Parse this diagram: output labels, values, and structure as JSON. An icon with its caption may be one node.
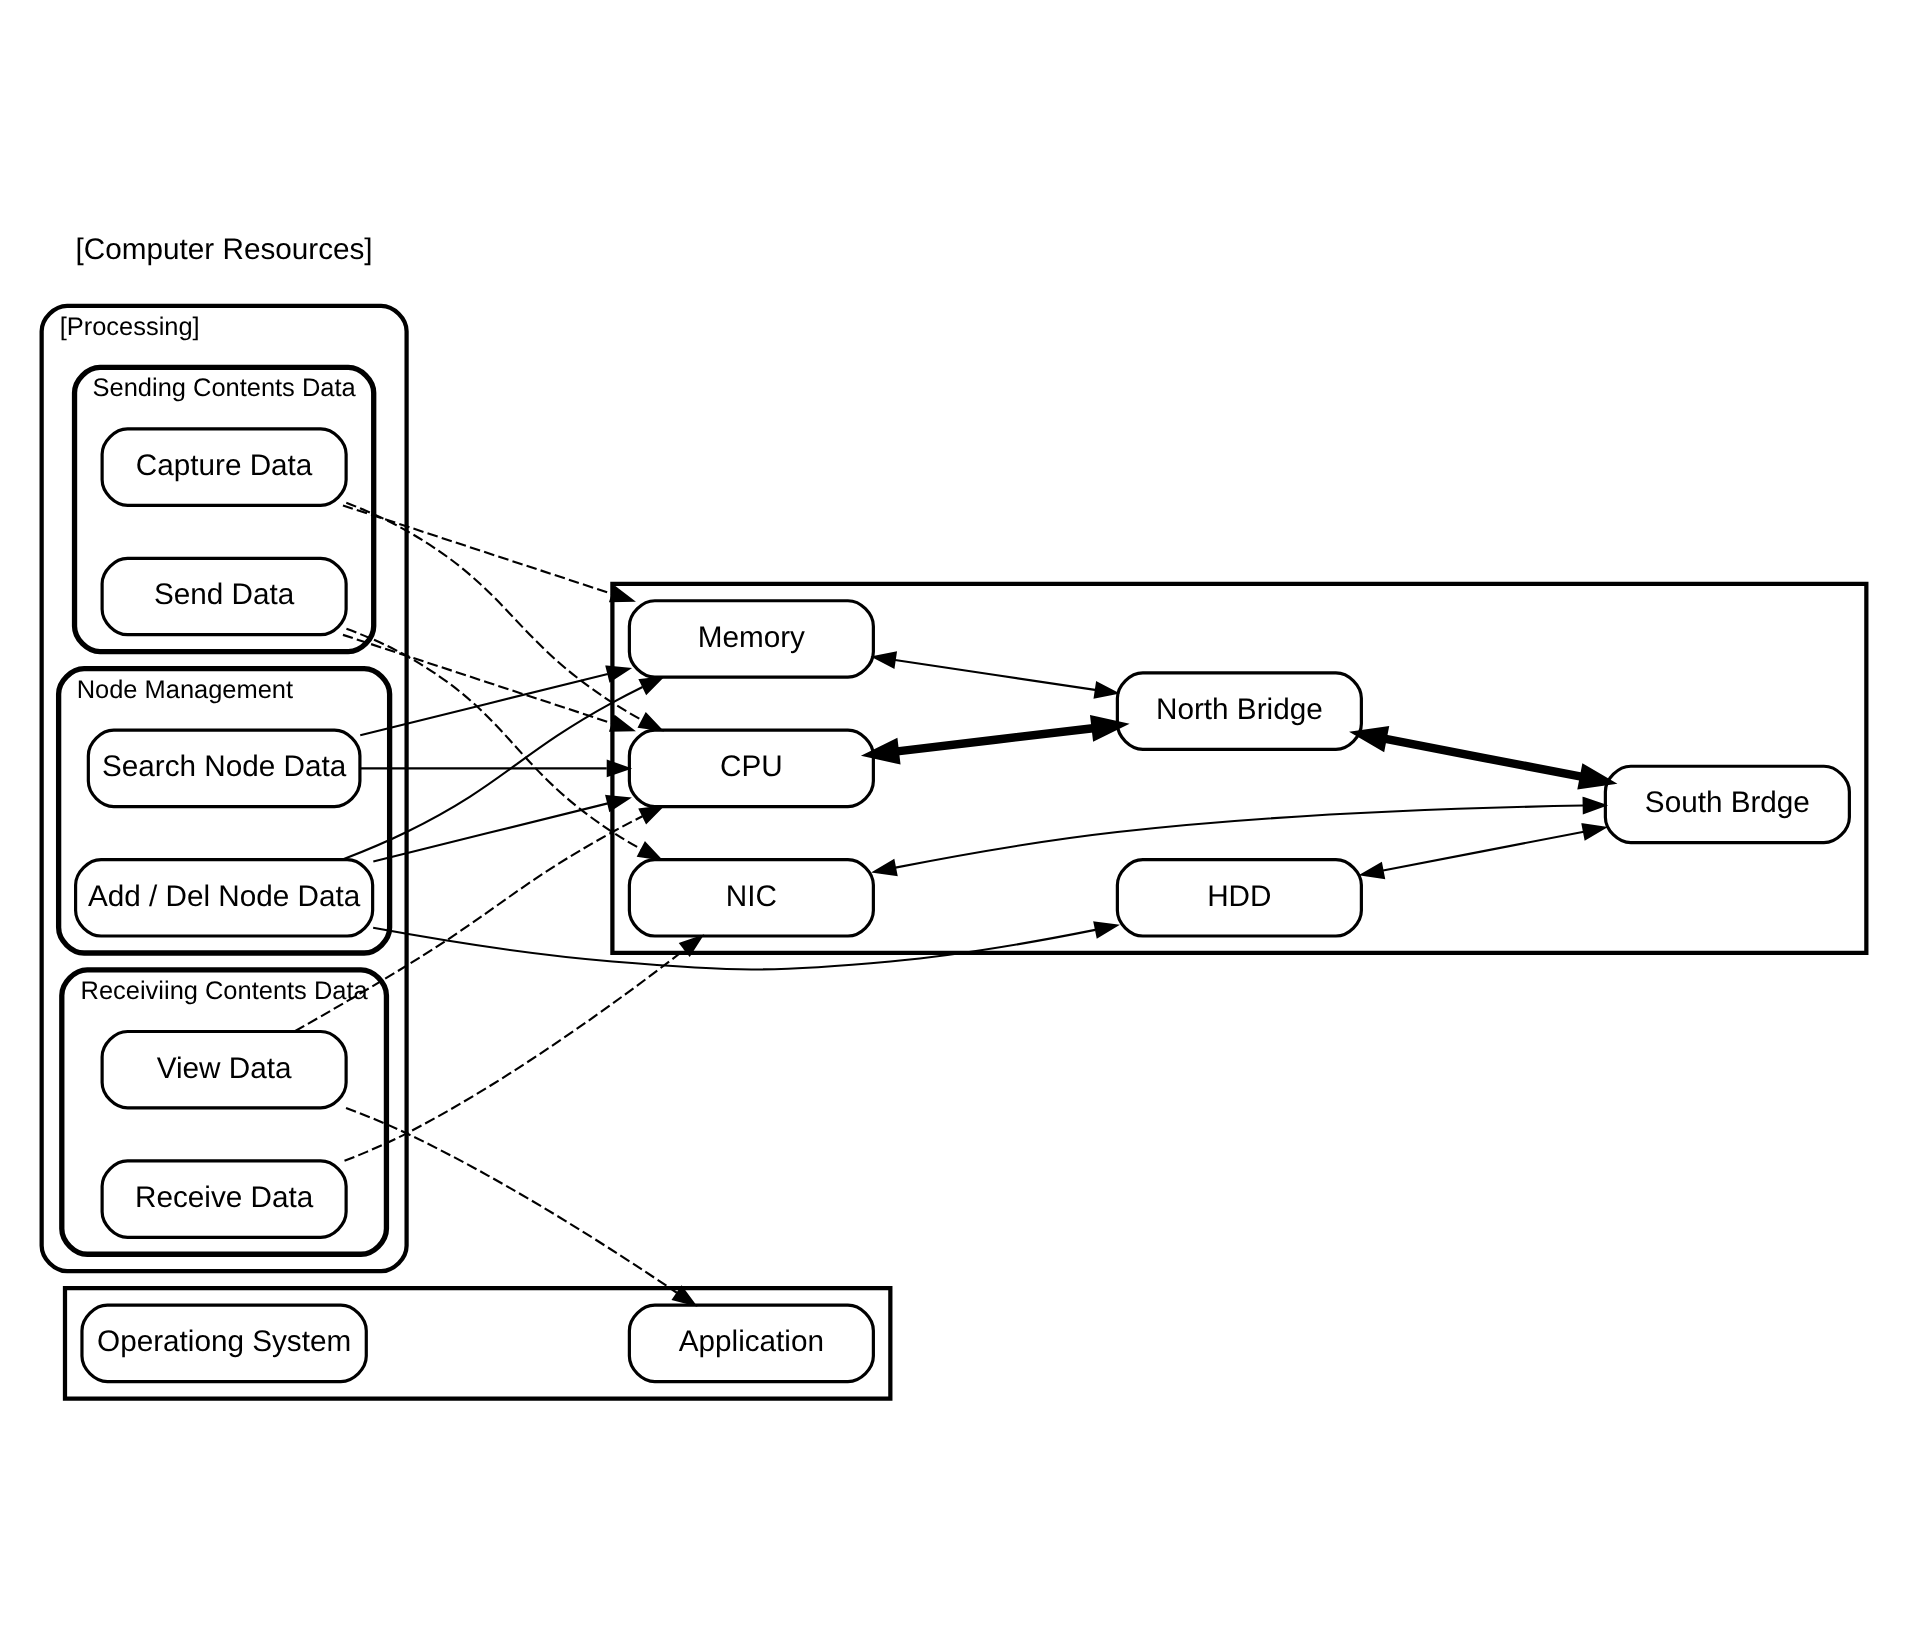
{
  "diagram": {
    "nodes": [
      {
        "text": [
          "[Processing]"
        ]
      },
      {
        "text": [
          "Sending Contents Data"
        ],
        "in": 0
      },
      {
        "text": [
          "Capture Data"
        ],
        "in": 1
      },
      {
        "text": [
          "Send Data"
        ],
        "in": 1
      },
      {
        "text": [
          "Receiviing Contents Data"
        ],
        "in": 0
      },
      {
        "text": [
          "Receive Data"
        ],
        "in": 4
      },
      {
        "text": [
          "View Data"
        ],
        "in": 4
      },
      {
        "text": [
          "Node Management"
        ],
        "in": 0
      },
      {
        "text": [
          "Add / Del Node Data"
        ],
        "in": 7
      },
      {
        "text": [
          "Search Node Data"
        ],
        "in": 7
      },
      {
        "text": [],
        "shape": "box"
      },
      {
        "text": [
          "Application"
        ],
        "in": 10
      },
      {
        "text": [
          "Operationg System"
        ],
        "in": 10
      },
      {
        "text": [],
        "shape": "box"
      },
      {
        "text": [
          "CPU"
        ],
        "in": 13
      },
      {
        "text": [
          "North Bridge"
        ],
        "in": 13
      },
      {
        "text": [
          "Memory"
        ],
        "in": 13
      },
      {
        "text": [
          "HDD"
        ],
        "in": 13
      },
      {
        "text": [
          "South Brdge"
        ],
        "in": 13
      },
      {
        "text": [
          "NIC"
        ],
        "in": 13
      }
    ],
    "edges": [
      {
        "from": 2,
        "to": 14,
        "arrow": "to",
        "style": "dashed"
      },
      {
        "from": 2,
        "to": 16,
        "arrow": "to",
        "style": "dashed"
      },
      {
        "from": 3,
        "to": 14,
        "arrow": "to",
        "style": "dashed"
      },
      {
        "from": 3,
        "to": 19,
        "arrow": "to",
        "style": "dashed"
      },
      {
        "from": 5,
        "to": 19,
        "arrow": "to",
        "style": "dashed"
      },
      {
        "from": 6,
        "to": 11,
        "arrow": "to",
        "style": "dashed"
      },
      {
        "from": 6,
        "to": 14,
        "arrow": "to",
        "style": "dashed"
      },
      {
        "from": 8,
        "to": 14,
        "arrow": "to"
      },
      {
        "from": 8,
        "to": 16,
        "arrow": "to"
      },
      {
        "from": 8,
        "to": 17,
        "arrow": "to"
      },
      {
        "from": 9,
        "to": 14,
        "arrow": "to"
      },
      {
        "from": 9,
        "to": 16,
        "arrow": "to"
      },
      {
        "from": 14,
        "to": 15,
        "arrow": "both",
        "style": "thick"
      },
      {
        "from": 16,
        "to": 15,
        "arrow": "both"
      },
      {
        "from": 15,
        "to": 18,
        "arrow": "both",
        "style": "thick"
      },
      {
        "from": 17,
        "to": 18,
        "arrow": "both"
      },
      {
        "from": 19,
        "to": 18,
        "arrow": "both"
      }
    ],
    "labels": [
      "[Computer Resources]"
    ]
  }
}
